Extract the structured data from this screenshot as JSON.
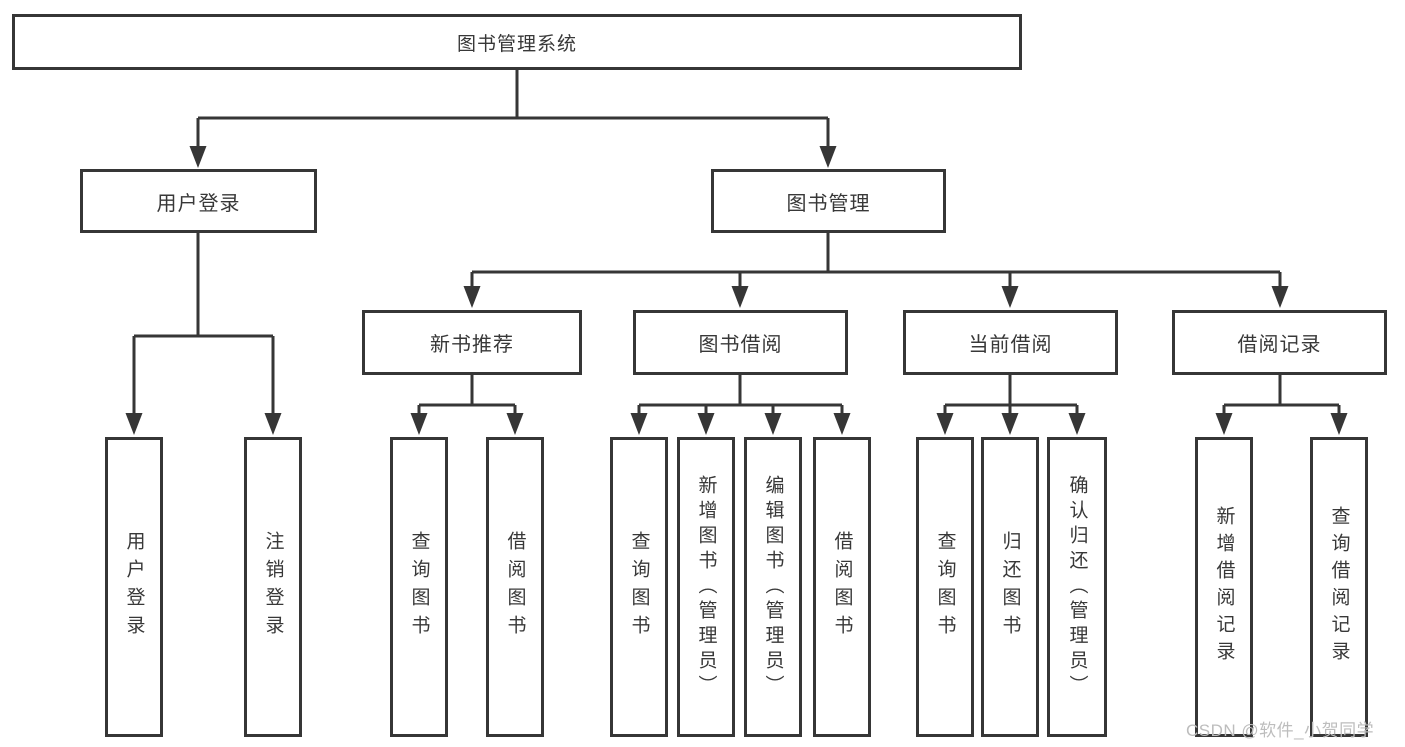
{
  "colors": {
    "line": "#363636",
    "box_border": "#363636",
    "box_background": "#ffffff",
    "text": "#383838",
    "watermark": "#bdbdbd"
  },
  "watermark": {
    "text": "CSDN @软件_小贺同学"
  },
  "tree": {
    "root": {
      "label": "图书管理系统",
      "children": [
        {
          "label": "用户登录",
          "children": [
            {
              "label": "用户登录"
            },
            {
              "label": "注销登录"
            }
          ]
        },
        {
          "label": "图书管理",
          "children": [
            {
              "label": "新书推荐",
              "children": [
                {
                  "label": "查询图书"
                },
                {
                  "label": "借阅图书"
                }
              ]
            },
            {
              "label": "图书借阅",
              "children": [
                {
                  "label": "查询图书"
                },
                {
                  "label": "新增图书（管理员）"
                },
                {
                  "label": "编辑图书（管理员）"
                },
                {
                  "label": "借阅图书"
                }
              ]
            },
            {
              "label": "当前借阅",
              "children": [
                {
                  "label": "查询图书"
                },
                {
                  "label": "归还图书"
                },
                {
                  "label": "确认归还（管理员）"
                }
              ]
            },
            {
              "label": "借阅记录",
              "children": [
                {
                  "label": "新增借阅记录"
                },
                {
                  "label": "查询借阅记录"
                }
              ]
            }
          ]
        }
      ]
    }
  }
}
